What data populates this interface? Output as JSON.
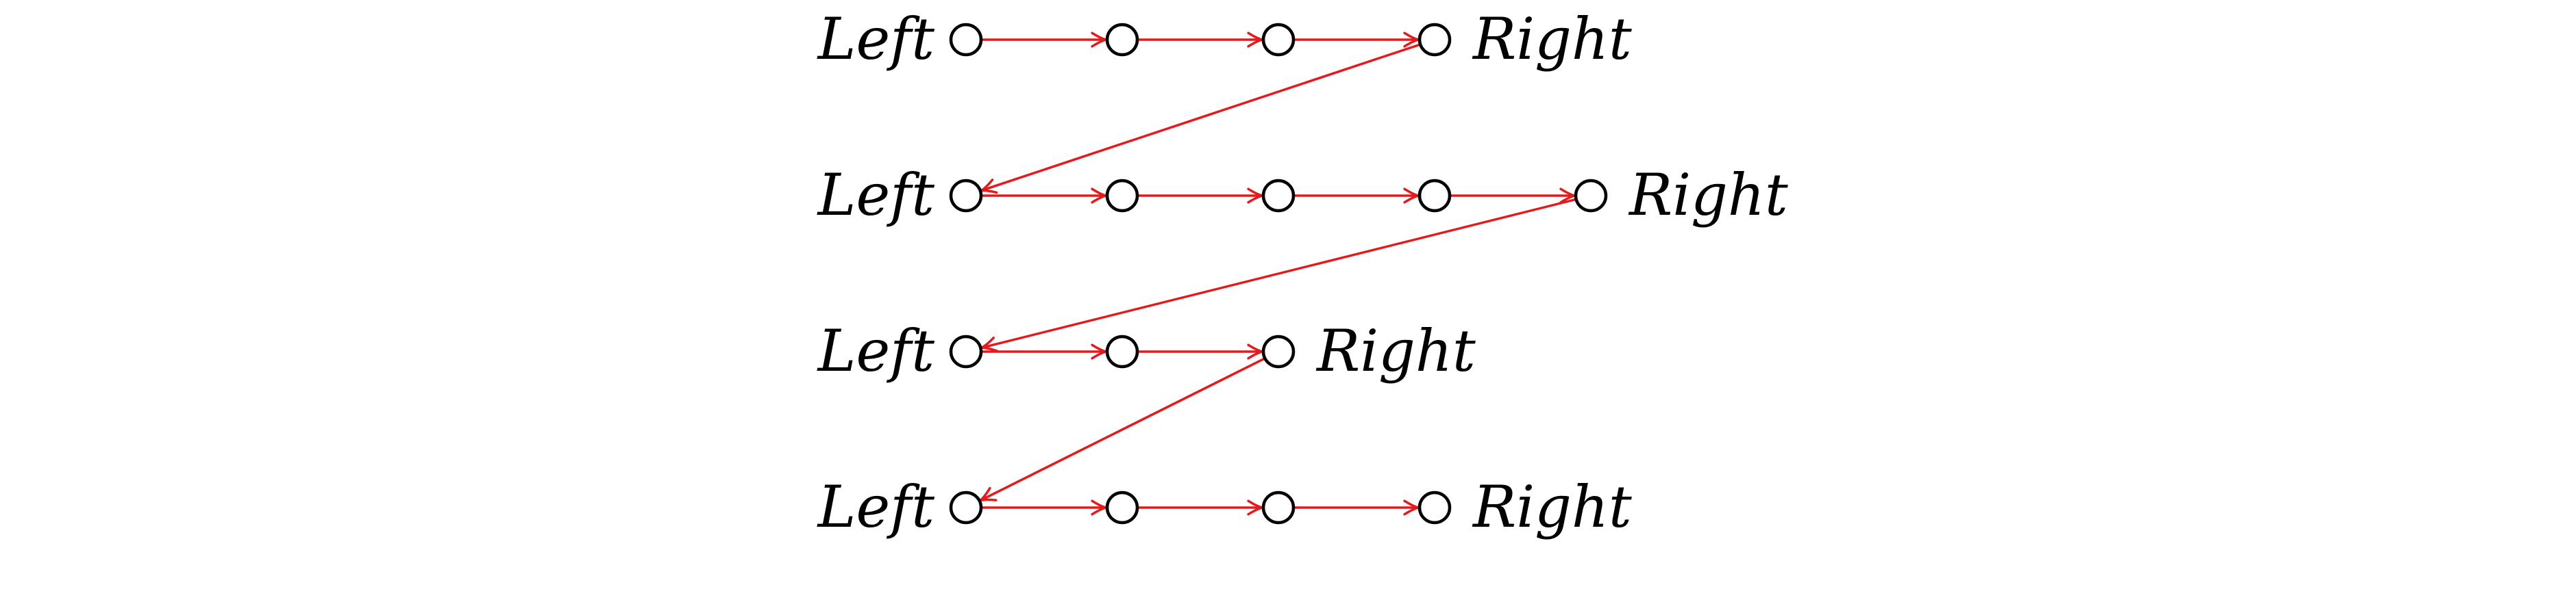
{
  "diagram": {
    "edge_color": "#e41a1c",
    "node_stroke_color": "#000000",
    "rows": [
      {
        "left_label": "Left",
        "right_label": "Right",
        "node_count": 4
      },
      {
        "left_label": "Left",
        "right_label": "Right",
        "node_count": 5
      },
      {
        "left_label": "Left",
        "right_label": "Right",
        "node_count": 3
      },
      {
        "left_label": "Left",
        "right_label": "Right",
        "node_count": 4
      }
    ]
  }
}
